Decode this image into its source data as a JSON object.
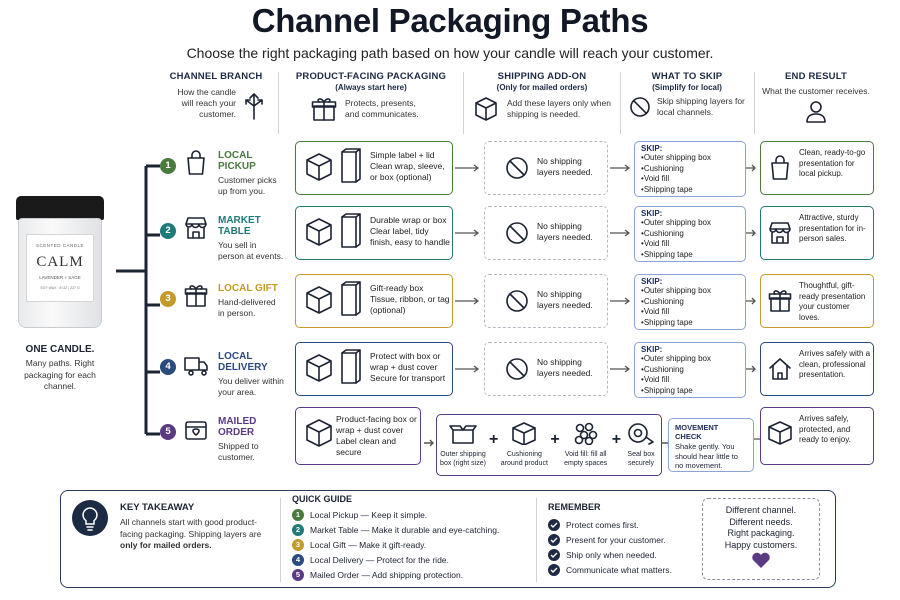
{
  "title": "Channel Packaging Paths",
  "subtitle": "Choose the right packaging path based on how your candle will reach your customer.",
  "columns": [
    {
      "head": "CHANNEL BRANCH",
      "sub": "",
      "desc": "How the candle will reach your customer."
    },
    {
      "head": "PRODUCT-FACING PACKAGING",
      "sub": "(Always start here)",
      "desc": "Protects, presents, and communicates."
    },
    {
      "head": "SHIPPING ADD-ON",
      "sub": "(Only for mailed orders)",
      "desc": "Add these layers only when shipping is needed."
    },
    {
      "head": "WHAT TO SKIP",
      "sub": "(Simplify for local)",
      "desc": "Skip shipping layers for local channels."
    },
    {
      "head": "END RESULT",
      "sub": "",
      "desc": "What the customer receives."
    }
  ],
  "candle": {
    "brand": "SCENTED CANDLE",
    "name": "CALM",
    "scent": "LAVENDER + SAGE",
    "fine": "SOY WAX · 8 OZ | 227 G",
    "caption_title": "ONE CANDLE.",
    "caption_desc": "Many paths. Right packaging for each channel."
  },
  "channels": [
    {
      "num": "1",
      "color": "#4a7a3e",
      "title": "LOCAL PICKUP",
      "desc": "Customer picks up from you.",
      "packaging": "Simple label + lid Clean wrap, sleeve, or box (optional)",
      "shipping": "No shipping layers needed.",
      "skip_title": "SKIP:",
      "skip": [
        "Outer shipping box",
        "Cushioning",
        "Void fill",
        "Shipping tape"
      ],
      "result": "Clean, ready-to-go presentation for local pickup."
    },
    {
      "num": "2",
      "color": "#1f7a78",
      "title": "MARKET TABLE",
      "desc": "You sell in person at events.",
      "packaging": "Durable wrap or box Clear label, tidy finish, easy to handle",
      "shipping": "No shipping layers needed.",
      "skip_title": "SKIP:",
      "skip": [
        "Outer shipping box",
        "Cushioning",
        "Void fill",
        "Shipping tape"
      ],
      "result": "Attractive, sturdy presentation for in-person sales."
    },
    {
      "num": "3",
      "color": "#c49a2a",
      "title": "LOCAL GIFT",
      "desc": "Hand-delivered in person.",
      "packaging": "Gift-ready box Tissue, ribbon, or tag (optional)",
      "shipping": "No shipping layers needed.",
      "skip_title": "SKIP:",
      "skip": [
        "Outer shipping box",
        "Cushioning",
        "Void fill",
        "Shipping tape"
      ],
      "result": "Thoughtful, gift-ready presentation your customer loves."
    },
    {
      "num": "4",
      "color": "#2b4a7e",
      "title": "LOCAL DELIVERY",
      "desc": "You deliver within your area.",
      "packaging": "Protect with box or wrap + dust cover Secure for transport",
      "shipping": "No shipping layers needed.",
      "skip_title": "SKIP:",
      "skip": [
        "Outer shipping box",
        "Cushioning",
        "Void fill",
        "Shipping tape"
      ],
      "result": "Arrives safely with a clean, professional presentation."
    },
    {
      "num": "5",
      "color": "#5a3a82",
      "title": "MAILED ORDER",
      "desc": "Shipped to customer.",
      "packaging": "Product-facing box or wrap + dust cover Label clean and secure",
      "shipping": "",
      "skip_title": "",
      "skip": [],
      "result": "Arrives safely, protected, and ready to enjoy."
    }
  ],
  "mailed_layers": [
    "Outer shipping box (right size)",
    "Cushioning around product",
    "Void fill: fill all empty spaces",
    "Seal box securely"
  ],
  "movement_check": {
    "title": "MOVEMENT CHECK",
    "desc": "Shake gently. You should hear little to no movement."
  },
  "takeaway": {
    "title": "KEY TAKEAWAY",
    "desc": "All channels start with good product-facing packaging. Shipping layers are",
    "desc_bold": "only for mailed orders."
  },
  "quick_guide": {
    "title": "QUICK GUIDE",
    "items": [
      "Local Pickup — Keep it simple.",
      "Market Table — Make it durable and eye-catching.",
      "Local Gift — Make it gift-ready.",
      "Local Delivery — Protect for the ride.",
      "Mailed Order — Add shipping protection."
    ]
  },
  "remember": {
    "title": "REMEMBER",
    "items": [
      "Protect comes first.",
      "Present for your customer.",
      "Ship only when needed.",
      "Communicate what matters."
    ]
  },
  "closing": [
    "Different channel.",
    "Different needs.",
    "Right packaging.",
    "Happy customers."
  ],
  "colors": {
    "heart": "#5a3a82",
    "navy": "#1c2a44"
  }
}
